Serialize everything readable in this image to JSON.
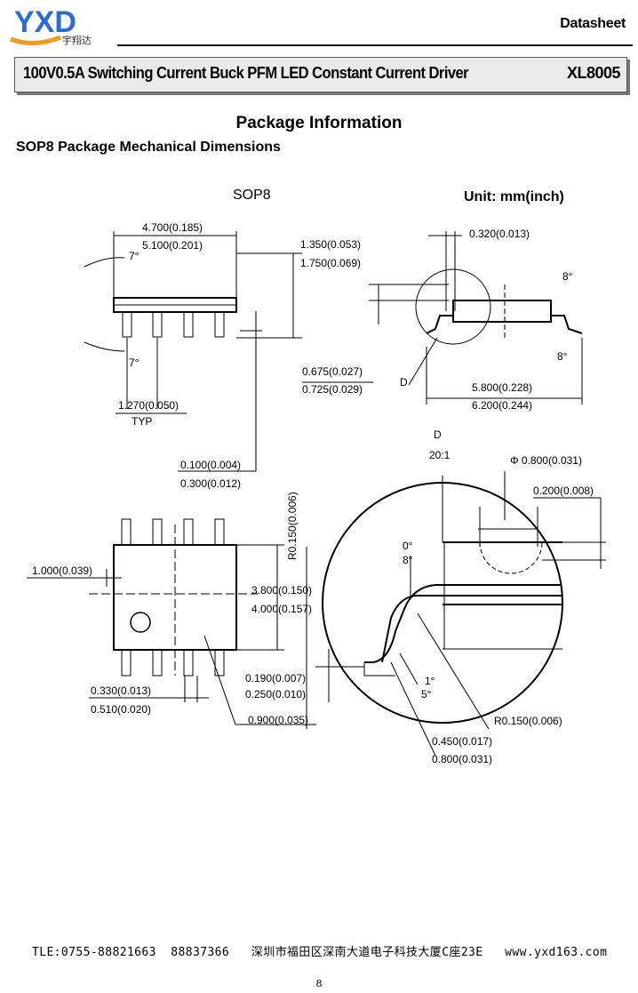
{
  "header": {
    "logo_text": "YXD",
    "brand_sub": "宇翔达",
    "doc_type": "Datasheet",
    "title": "100V0.5A Switching Current Buck PFM LED Constant Current Driver",
    "part_number": "XL8005",
    "colors": {
      "logo_blue": "#2a6cd6",
      "logo_orange": "#f29a1e",
      "title_bar_bg": "#eaeaea"
    }
  },
  "section_title": "Package Information",
  "subsection_title": "SOP8 Package Mechanical Dimensions",
  "drawing": {
    "package_label": "SOP8",
    "unit_label": "Unit: mm(inch)",
    "dims": {
      "body_len_min": "4.700(0.185)",
      "body_len_max": "5.100(0.201)",
      "angle_7": "7°",
      "height_min": "1.350(0.053)",
      "height_max": "1.750(0.069)",
      "lead_w_top": "0.320(0.013)",
      "angle_8": "8°",
      "standoff_min": "0.675(0.027)",
      "standoff_max": "0.725(0.029)",
      "detail_d": "D",
      "span_min": "5.800(0.228)",
      "span_max": "6.200(0.244)",
      "pitch": "1.270(0.050)",
      "typ": "TYP",
      "clear_min": "0.100(0.004)",
      "clear_max": "0.300(0.012)",
      "scale_title": "D",
      "scale": "20:1",
      "phi": "Φ 0.800(0.031)",
      "ref_02": "0.200(0.008)",
      "radius1": "R0.150(0.006)",
      "ang_0": "0°",
      "ang_8b": "8°",
      "pin1_off": "1.000(0.039)",
      "width_min": "3.800(0.150)",
      "width_max": "4.000(0.157)",
      "thick_min": "0.190(0.007)",
      "thick_max": "0.250(0.010)",
      "ang_1": "1°",
      "ang_5": "5°",
      "lead_w_min": "0.330(0.013)",
      "lead_w_max": "0.510(0.020)",
      "foot_09": "0.900(0.035)",
      "radius2": "R0.150(0.006)",
      "foot_min": "0.450(0.017)",
      "foot_max": "0.800(0.031)"
    }
  },
  "footer": {
    "contact": "TLE:0755-88821663  88837366   深圳市福田区深南大道电子科技大厦C座23E   www.yxd163.com",
    "page": "8"
  }
}
